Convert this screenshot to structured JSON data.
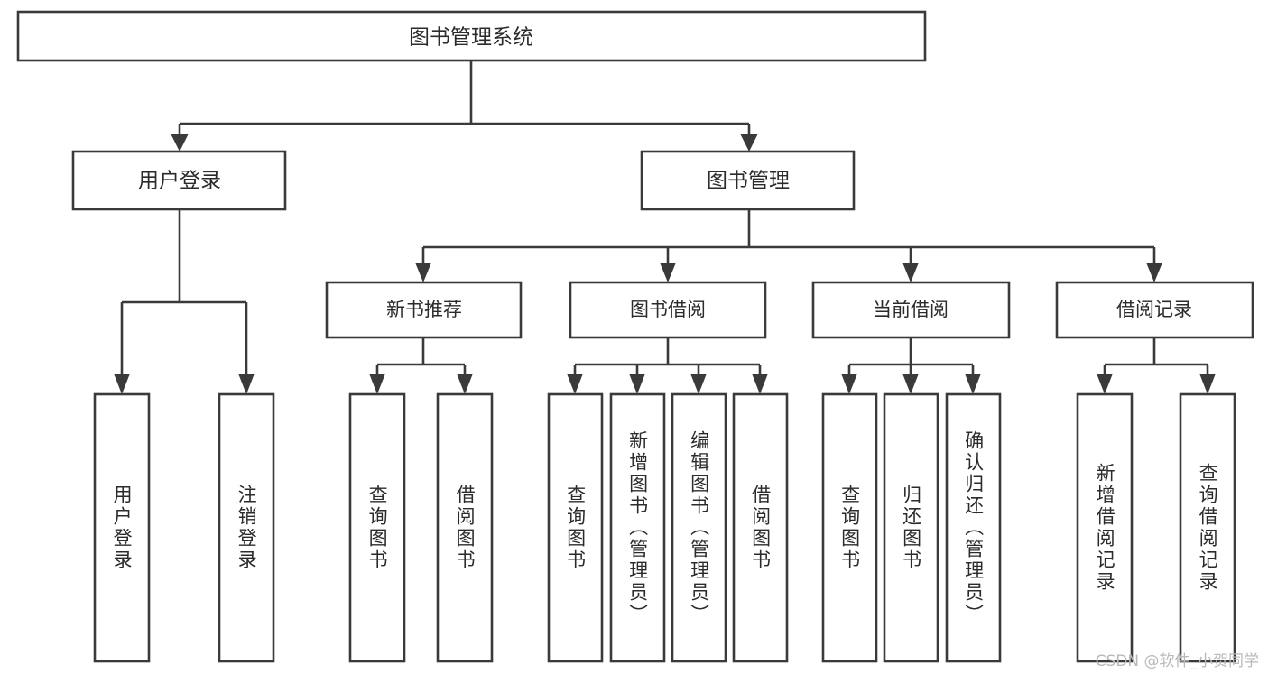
{
  "diagram": {
    "type": "tree-hierarchy",
    "title": "图书管理系统",
    "orientation": "top-down",
    "colors": {
      "stroke": "#3a3a3a",
      "box_fill": "#ffffff",
      "text": "#2b2b2b",
      "background": "#ffffff",
      "watermark": "#b9b9b9"
    },
    "levels": {
      "root": {
        "label": "图书管理系统"
      },
      "level2": [
        {
          "id": "user-login",
          "label": "用户登录"
        },
        {
          "id": "book-management",
          "label": "图书管理"
        }
      ],
      "level3": [
        {
          "id": "new-book-recommend",
          "label": "新书推荐",
          "parent": "book-management"
        },
        {
          "id": "book-borrow",
          "label": "图书借阅",
          "parent": "book-management"
        },
        {
          "id": "current-borrow",
          "label": "当前借阅",
          "parent": "book-management"
        },
        {
          "id": "borrow-record",
          "label": "借阅记录",
          "parent": "book-management"
        }
      ],
      "leaves": [
        {
          "id": "leaf-user-login",
          "label": "用户登录",
          "parent": "user-login"
        },
        {
          "id": "leaf-logout-login",
          "label": "注销登录",
          "parent": "user-login"
        },
        {
          "id": "leaf-query-book-1",
          "label": "查询图书",
          "parent": "new-book-recommend"
        },
        {
          "id": "leaf-borrow-book-1",
          "label": "借阅图书",
          "parent": "new-book-recommend"
        },
        {
          "id": "leaf-query-book-2",
          "label": "查询图书",
          "parent": "book-borrow"
        },
        {
          "id": "leaf-add-book",
          "label": "新增图书（管理员）",
          "parent": "book-borrow"
        },
        {
          "id": "leaf-edit-book",
          "label": "编辑图书（管理员）",
          "parent": "book-borrow"
        },
        {
          "id": "leaf-borrow-book-2",
          "label": "借阅图书",
          "parent": "book-borrow"
        },
        {
          "id": "leaf-query-book-3",
          "label": "查询图书",
          "parent": "current-borrow"
        },
        {
          "id": "leaf-return-book",
          "label": "归还图书",
          "parent": "current-borrow"
        },
        {
          "id": "leaf-confirm-return",
          "label": "确认归还（管理员）",
          "parent": "current-borrow"
        },
        {
          "id": "leaf-add-record",
          "label": "新增借阅记录",
          "parent": "borrow-record"
        },
        {
          "id": "leaf-query-record",
          "label": "查询借阅记录",
          "parent": "borrow-record"
        }
      ]
    }
  },
  "watermark": {
    "text": "CSDN @软件_小贺同学"
  }
}
